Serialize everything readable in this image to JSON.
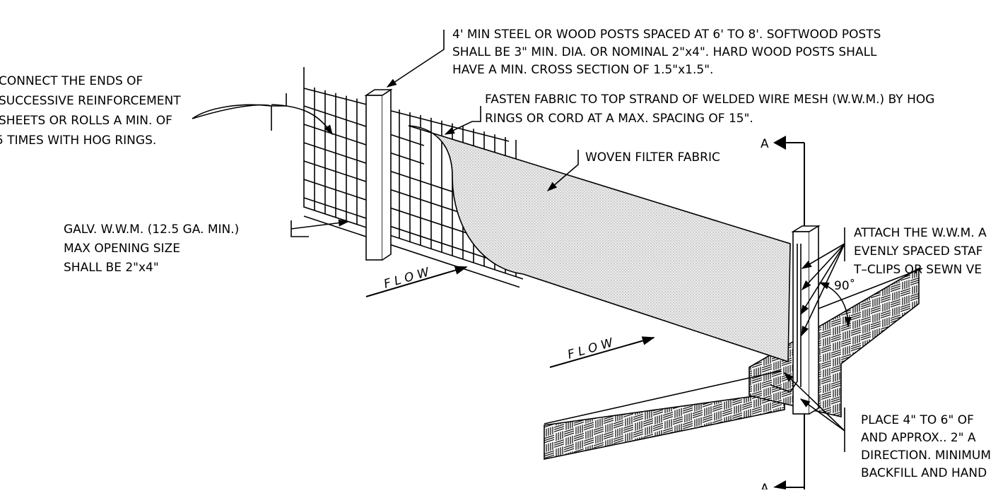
{
  "notes": {
    "posts": [
      "4' MIN STEEL OR WOOD POSTS SPACED AT  6' TO 8'.  SOFTWOOD POSTS",
      "SHALL BE 3\" MIN. DIA. OR NOMINAL 2\"x4\".  HARD WOOD POSTS SHALL",
      "HAVE A MIN. CROSS SECTION OF 1.5\"x1.5\"."
    ],
    "connect": [
      "CONNECT THE ENDS OF",
      "SUCCESSIVE REINFORCEMENT",
      "SHEETS OR ROLLS A MIN. OF",
      "5 TIMES WITH HOG RINGS."
    ],
    "fasten": [
      "FASTEN FABRIC TO TOP STRAND OF WELDED WIRE MESH (W.W.M.) BY HOG",
      "RINGS OR CORD AT A MAX. SPACING OF 15\"."
    ],
    "woven": "WOVEN FILTER FABRIC",
    "galv": [
      "GALV. W.W.M. (12.5 GA. MIN.)",
      "MAX OPENING SIZE",
      "SHALL BE 2\"x4\""
    ],
    "attach": [
      "ATTACH THE W.W.M. A",
      "EVENLY SPACED STAF",
      "T–CLIPS OR SEWN VE"
    ],
    "place": [
      "PLACE 4\" TO 6\" OF",
      "AND APPROX.. 2\" A",
      "DIRECTION. MINIMUM",
      "BACKFILL AND HAND"
    ],
    "angle": "90˚",
    "flow_label": "F L O W",
    "section_marker": "A"
  },
  "colors": {
    "ink": "#000000",
    "fabric": "#e4e4e4",
    "paper": "#ffffff"
  }
}
